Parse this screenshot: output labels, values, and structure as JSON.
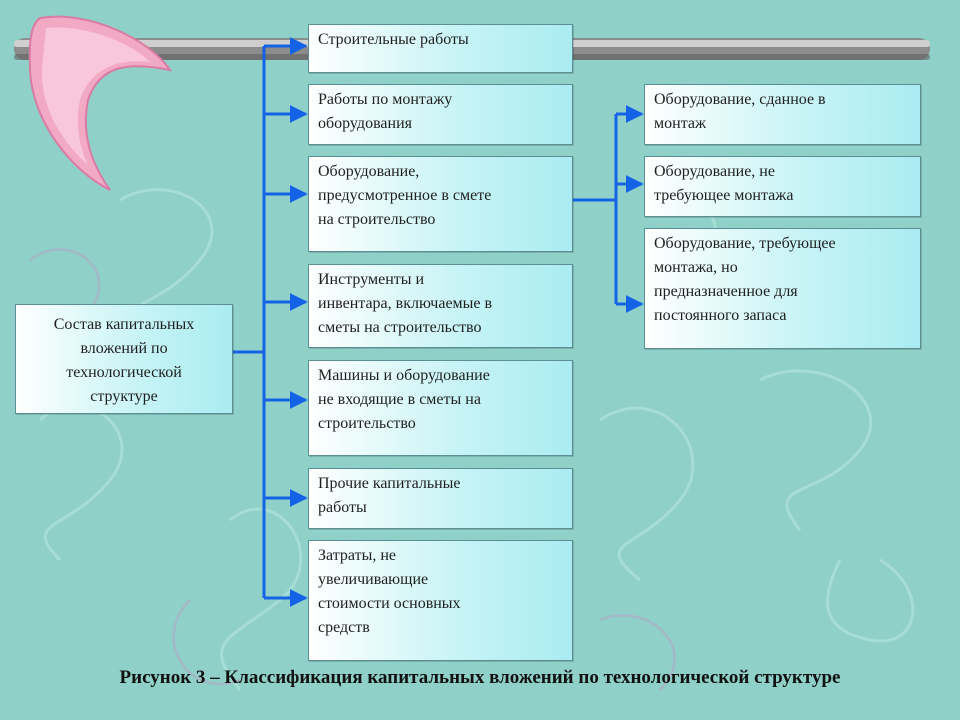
{
  "root": {
    "label": "Состав капитальных\nвложений по\nтехнологической\nструктуре"
  },
  "categories": [
    {
      "label": "Строительные работы"
    },
    {
      "label": "Работы по монтажу\nоборудования"
    },
    {
      "label": "Оборудование,\nпредусмотренное в смете\nна строительство"
    },
    {
      "label": "Инструменты и\nинвентара, включаемые в\nсметы на строительство"
    },
    {
      "label": "Машины и оборудование\nне входящие в сметы на\nстроительство"
    },
    {
      "label": "Прочие капитальные\nработы"
    },
    {
      "label": "Затраты, не\nувеличивающие\nстоимости основных\nсредств"
    }
  ],
  "equipment_subtypes": [
    {
      "label": "Оборудование, сданное в\nмонтаж"
    },
    {
      "label": "Оборудование, не\nтребующее монтажа"
    },
    {
      "label": "Оборудование, требующее\nмонтажа, но\nпредназначенное для\nпостоянного запаса"
    }
  ],
  "caption": "Рисунок 3 – Классификация капитальных вложений по технологической структуре",
  "colors": {
    "connector": "#1463e6",
    "box_border": "#5b8f95",
    "background": "#8fd0c8"
  }
}
